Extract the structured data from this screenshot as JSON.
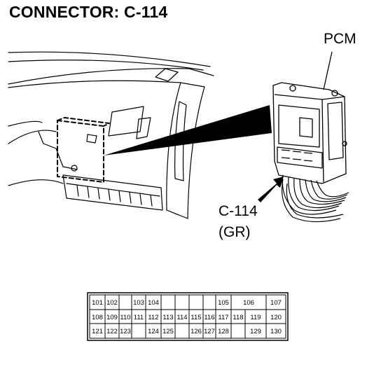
{
  "title": "CONNECTOR: C-114",
  "labels": {
    "component": "PCM",
    "connector_id": "C-114",
    "connector_color": "(GR)"
  },
  "pin_table": {
    "rows": [
      [
        "101",
        "102",
        "",
        "103",
        "104",
        "",
        "",
        "",
        "",
        "105",
        "106",
        "107"
      ],
      [
        "108",
        "109",
        "110",
        "111",
        "112",
        "113",
        "114",
        "115",
        "116",
        "117",
        "118",
        "119",
        "120"
      ],
      [
        "121",
        "122",
        "123",
        "",
        "124",
        "125",
        "",
        "126",
        "127",
        "128",
        "",
        "129",
        "130"
      ]
    ]
  }
}
